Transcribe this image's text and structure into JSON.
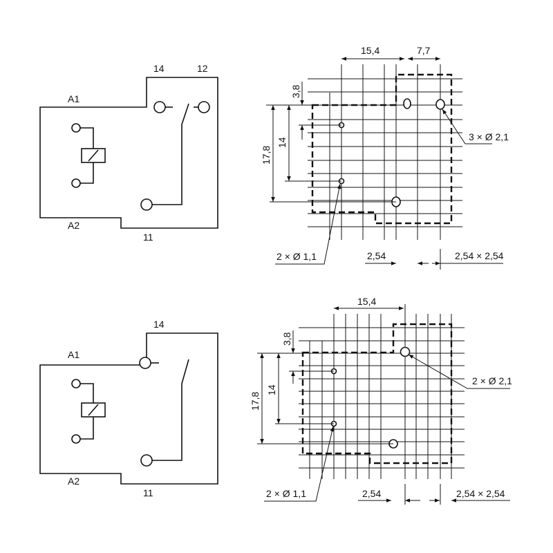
{
  "top": {
    "schematic": {
      "pin_14": "14",
      "pin_12": "12",
      "pin_a1": "A1",
      "pin_a2": "A2",
      "pin_11": "11"
    },
    "footprint": {
      "dim_15_4": "15,4",
      "dim_7_7": "7,7",
      "dim_3_8": "3,8",
      "dim_14": "14",
      "dim_17_8": "17,8",
      "large_holes": "3 × Ø 2,1",
      "small_holes": "2 × Ø 1,1",
      "pitch": "2,54",
      "grid": "2,54 × 2,54"
    }
  },
  "bottom": {
    "schematic": {
      "pin_14": "14",
      "pin_a1": "A1",
      "pin_a2": "A2",
      "pin_11": "11"
    },
    "footprint": {
      "dim_15_4": "15,4",
      "dim_3_8": "3,8",
      "dim_14": "14",
      "dim_17_8": "17,8",
      "large_holes": "2 × Ø 2,1",
      "small_holes": "2 × Ø 1,1",
      "pitch": "2,54",
      "grid": "2,54 × 2,54"
    }
  }
}
